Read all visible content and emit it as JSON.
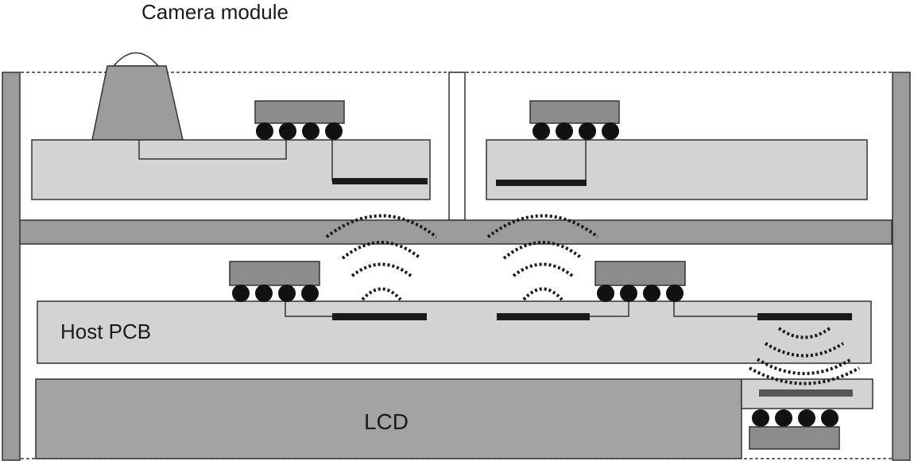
{
  "labels": {
    "camera_module": "Camera module",
    "host_pcb": "Host PCB",
    "lcd": "LCD"
  },
  "colors": {
    "background": "#ffffff",
    "wall": "#9b9b9b",
    "board": "#d3d3d3",
    "chip": "#8c8c8c",
    "ball": "#111111",
    "antenna": "#1a1a1a",
    "outline": "#333333",
    "lcd": "#a3a3a3"
  }
}
